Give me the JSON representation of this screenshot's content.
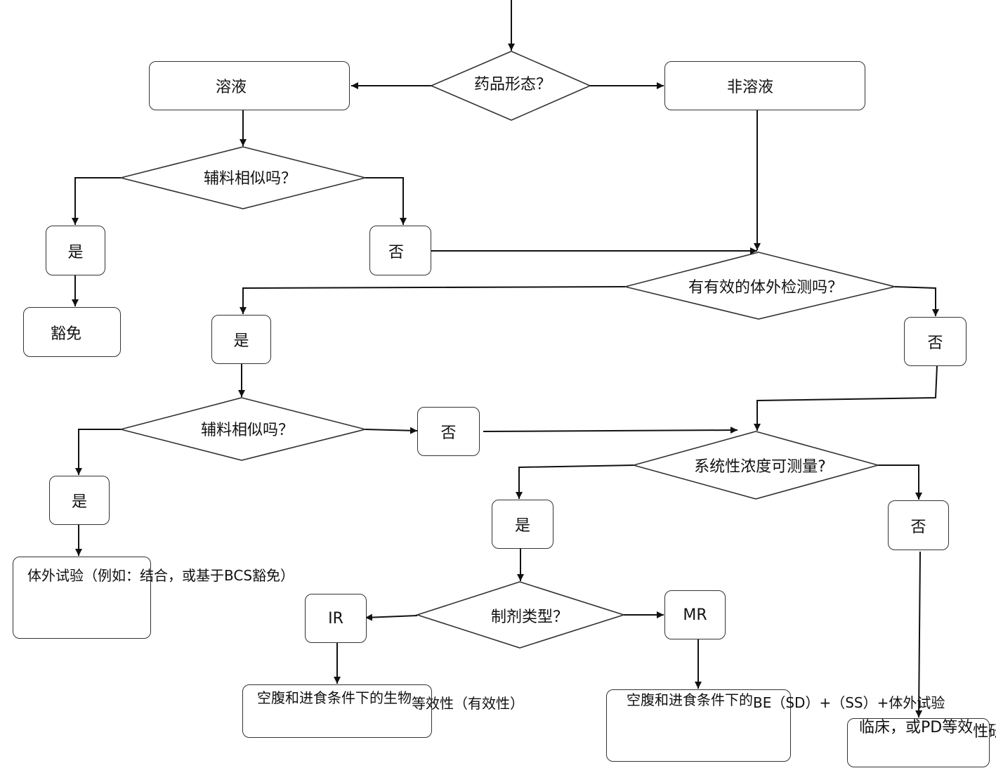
{
  "diagram": {
    "decisions": {
      "form": "药品形态？",
      "excipient_solution": "辅料相似吗？",
      "invitro_test": "有有效的体外检测吗？",
      "excipient_invitro": "辅料相似吗？",
      "systemic": "系统性浓度可测量?",
      "formulation": "制剂类型？"
    },
    "nodes": {
      "solution": "溶液",
      "non_solution": "非溶液",
      "yes1": "是",
      "no1": "否",
      "waiver1": "豁免",
      "yes2": "是",
      "no2": "否",
      "no3": "否",
      "yes3": "是",
      "invitro_lines": [
        "体外试验（例",
        "如：结合，或基",
        "于BCS豁免）"
      ],
      "yes4": "是",
      "no4": "否",
      "ir": "IR",
      "mr": "MR",
      "ir_result_lines": [
        "空腹和进食条件下的生物",
        "等效性（有效性）"
      ],
      "mr_result_lines": [
        "空腹和进食条件下的",
        "BE（SD）+（SS）+",
        "体外试验"
      ],
      "clinical_lines": [
        "临床，或PD等效",
        "性研究"
      ]
    }
  }
}
